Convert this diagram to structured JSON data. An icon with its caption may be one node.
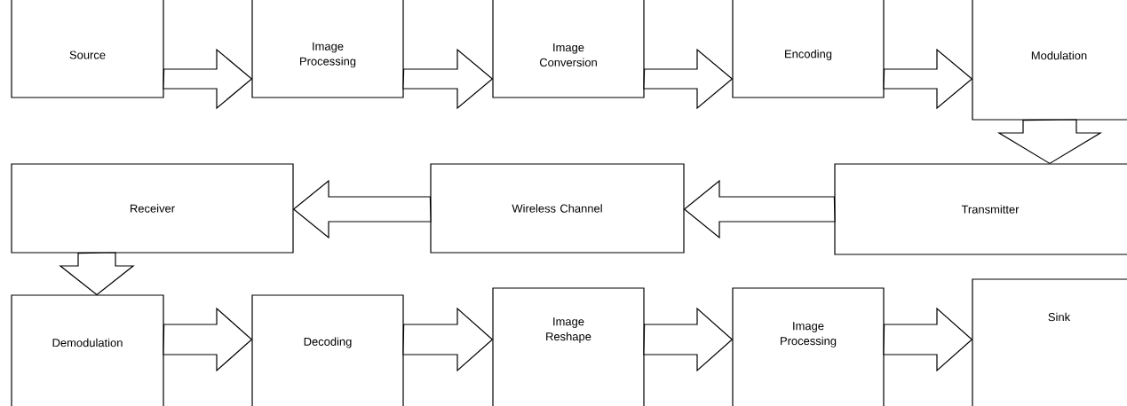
{
  "diagram": {
    "nodes": [
      {
        "text": [
          "Source"
        ]
      },
      {
        "text": [
          "Image Processing"
        ]
      },
      {
        "text": [
          "Image Conversion"
        ]
      },
      {
        "text": [
          "Encoding"
        ]
      },
      {
        "text": [
          "Modulation"
        ]
      },
      {
        "text": [
          "Receiver"
        ]
      },
      {
        "text": [
          "Wireless Channel"
        ]
      },
      {
        "text": [
          "Transmitter"
        ]
      },
      {
        "text": [
          "Demodulation"
        ]
      },
      {
        "text": [
          "Decoding"
        ]
      },
      {
        "text": [
          "Image Reshape"
        ]
      },
      {
        "text": [
          "Image Processing"
        ]
      },
      {
        "text": [
          "Sink"
        ]
      }
    ],
    "edges": [
      {
        "from": 0,
        "to": 1,
        "arrow": "to"
      },
      {
        "from": 1,
        "to": 2,
        "arrow": "to"
      },
      {
        "from": 2,
        "to": 3,
        "arrow": "to"
      },
      {
        "from": 3,
        "to": 4,
        "arrow": "to"
      },
      {
        "from": 4,
        "to": 7,
        "arrow": "to"
      },
      {
        "from": 7,
        "to": 6,
        "arrow": "to"
      },
      {
        "from": 6,
        "to": 5,
        "arrow": "to"
      },
      {
        "from": 5,
        "to": 8,
        "arrow": "to"
      },
      {
        "from": 8,
        "to": 9,
        "arrow": "to"
      },
      {
        "from": 9,
        "to": 10,
        "arrow": "to"
      },
      {
        "from": 10,
        "to": 11,
        "arrow": "to"
      },
      {
        "from": 11,
        "to": 12,
        "arrow": "to"
      }
    ]
  }
}
